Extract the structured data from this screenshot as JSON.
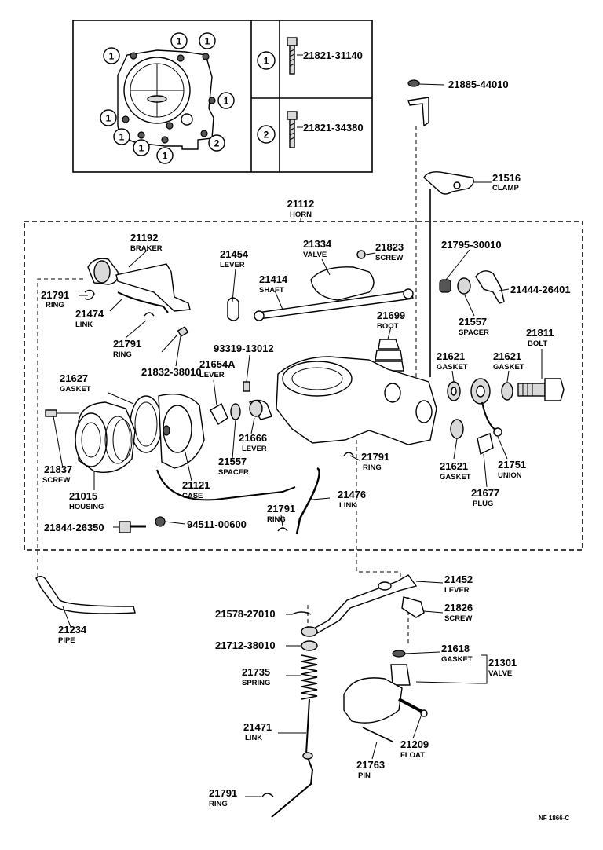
{
  "diagram": {
    "code": "NF 1866-C",
    "table": {
      "rows": [
        {
          "key": "1",
          "part": "21821-31140"
        },
        {
          "key": "2",
          "part": "21821-34380"
        }
      ],
      "plate_markers": [
        "1",
        "1",
        "1",
        "1",
        "1",
        "1",
        "1",
        "1",
        "2"
      ]
    },
    "group": {
      "number": "21112",
      "name": "HORN"
    },
    "parts": [
      {
        "id": "p21885",
        "number": "21885-44010",
        "name": ""
      },
      {
        "id": "p21516",
        "number": "21516",
        "name": "CLAMP"
      },
      {
        "id": "p21192",
        "number": "21192",
        "name": "BRAKER"
      },
      {
        "id": "p21454",
        "number": "21454",
        "name": "LEVER"
      },
      {
        "id": "p21334",
        "number": "21334",
        "name": "VALVE"
      },
      {
        "id": "p21823",
        "number": "21823",
        "name": "SCREW"
      },
      {
        "id": "p21795",
        "number": "21795-30010",
        "name": ""
      },
      {
        "id": "p21444",
        "number": "21444-26401",
        "name": ""
      },
      {
        "id": "p21791a",
        "number": "21791",
        "name": "RING"
      },
      {
        "id": "p21414",
        "number": "21414",
        "name": "SHAFT"
      },
      {
        "id": "p21474",
        "number": "21474",
        "name": "LINK"
      },
      {
        "id": "p21699",
        "number": "21699",
        "name": "BOOT"
      },
      {
        "id": "p21557a",
        "number": "21557",
        "name": "SPACER"
      },
      {
        "id": "p21791b",
        "number": "21791",
        "name": "RING"
      },
      {
        "id": "p21811",
        "number": "21811",
        "name": "BOLT"
      },
      {
        "id": "p21832",
        "number": "21832-38010",
        "name": ""
      },
      {
        "id": "p93319",
        "number": "93319-13012",
        "name": ""
      },
      {
        "id": "p21621a",
        "number": "21621",
        "name": "GASKET"
      },
      {
        "id": "p21621b",
        "number": "21621",
        "name": "GASKET"
      },
      {
        "id": "p21654",
        "number": "21654A",
        "name": "LEVER"
      },
      {
        "id": "p21627",
        "number": "21627",
        "name": "GASKET"
      },
      {
        "id": "p21666",
        "number": "21666",
        "name": "LEVER"
      },
      {
        "id": "p21557b",
        "number": "21557",
        "name": "SPACER"
      },
      {
        "id": "p21791c",
        "number": "21791",
        "name": "RING"
      },
      {
        "id": "p21621c",
        "number": "21621",
        "name": "GASKET"
      },
      {
        "id": "p21751",
        "number": "21751",
        "name": "UNION"
      },
      {
        "id": "p21837",
        "number": "21837",
        "name": "SCREW"
      },
      {
        "id": "p21121",
        "number": "21121",
        "name": "CASE"
      },
      {
        "id": "p21015",
        "number": "21015",
        "name": "HOUSING"
      },
      {
        "id": "p21476",
        "number": "21476",
        "name": "LINK"
      },
      {
        "id": "p21677",
        "number": "21677",
        "name": "PLUG"
      },
      {
        "id": "p21791d",
        "number": "21791",
        "name": "RING"
      },
      {
        "id": "p21844",
        "number": "21844-26350",
        "name": ""
      },
      {
        "id": "p94511",
        "number": "94511-00600",
        "name": ""
      },
      {
        "id": "p21452",
        "number": "21452",
        "name": "LEVER"
      },
      {
        "id": "p21234",
        "number": "21234",
        "name": "PIPE"
      },
      {
        "id": "p21578",
        "number": "21578-27010",
        "name": ""
      },
      {
        "id": "p21826",
        "number": "21826",
        "name": "SCREW"
      },
      {
        "id": "p21712",
        "number": "21712-38010",
        "name": ""
      },
      {
        "id": "p21618",
        "number": "21618",
        "name": "GASKET"
      },
      {
        "id": "p21301",
        "number": "21301",
        "name": "VALVE"
      },
      {
        "id": "p21735",
        "number": "21735",
        "name": "SPRING"
      },
      {
        "id": "p21471",
        "number": "21471",
        "name": "LINK"
      },
      {
        "id": "p21209",
        "number": "21209",
        "name": "FLOAT"
      },
      {
        "id": "p21763",
        "number": "21763",
        "name": "PIN"
      },
      {
        "id": "p21791e",
        "number": "21791",
        "name": "RING"
      }
    ]
  }
}
